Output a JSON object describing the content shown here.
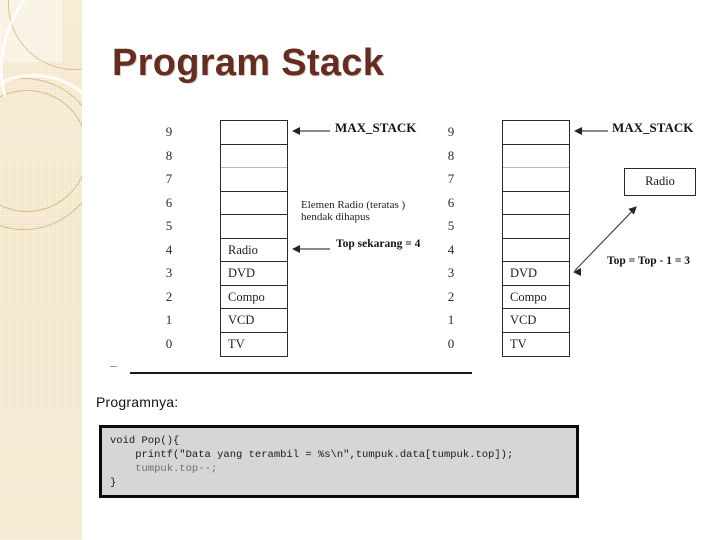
{
  "slide": {
    "title": "Program Stack",
    "programnya_label": "Programnya:"
  },
  "stack_before": {
    "indices": [
      "9",
      "8",
      "7",
      "6",
      "5",
      "4",
      "3",
      "2",
      "1",
      "0"
    ],
    "cells": [
      "",
      "",
      "",
      "",
      "",
      "Radio",
      "DVD",
      "Compo",
      "VCD",
      "TV"
    ],
    "annotations": {
      "max_stack": "MAX_STACK",
      "note_line1": "Elemen Radio (teratas )",
      "note_line2": "hendak dihapus",
      "top_label": "Top sekarang = 4"
    }
  },
  "stack_after": {
    "indices": [
      "9",
      "8",
      "7",
      "6",
      "5",
      "4",
      "3",
      "2",
      "1",
      "0"
    ],
    "cells": [
      "",
      "",
      "",
      "",
      "",
      "",
      "DVD",
      "Compo",
      "VCD",
      "TV"
    ],
    "annotations": {
      "max_stack": "MAX_STACK",
      "popped_element": "Radio",
      "top_label": "Top = Top - 1 = 3"
    }
  },
  "code": {
    "line1": "void Pop(){",
    "line2": "    printf(\"Data yang terambil = %s\\n\",tumpuk.data[tumpuk.top]);",
    "line3": "    tumpuk.top--;",
    "line4": "}"
  },
  "colors": {
    "title": "#632D21",
    "band": "#f0dfba",
    "code_bg": "#d6d6d6",
    "ink": "#1a1a1a"
  }
}
